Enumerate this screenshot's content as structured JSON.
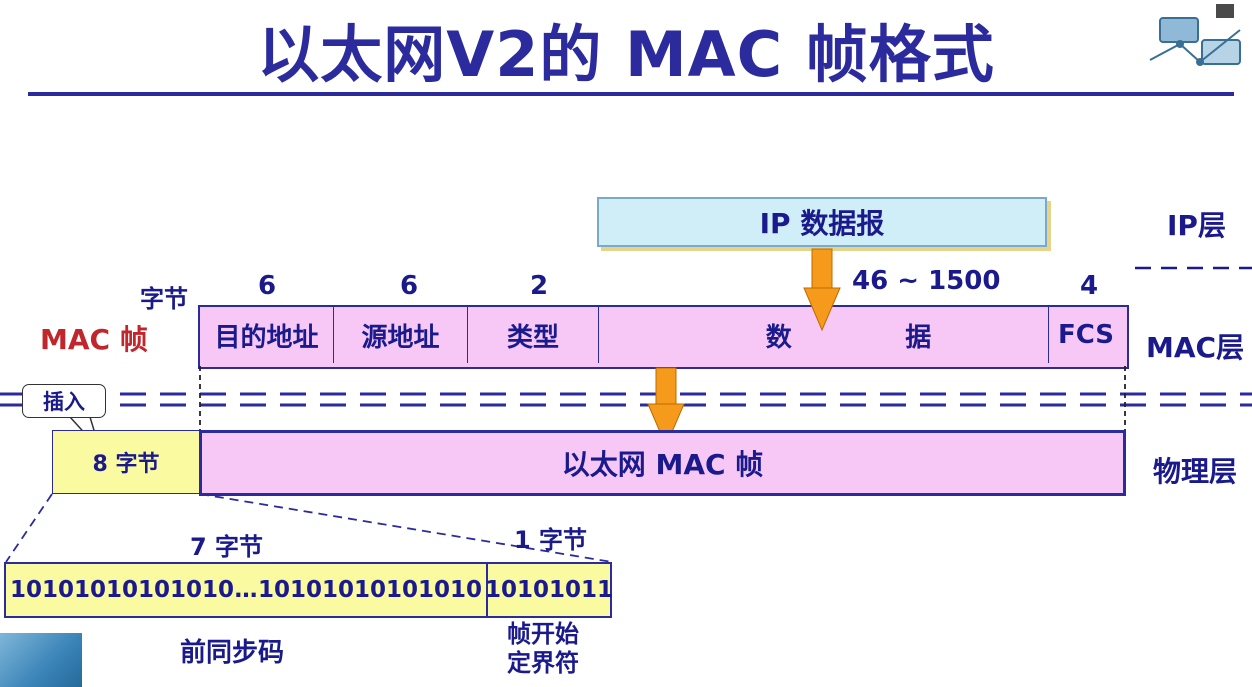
{
  "title": "以太网V2的 MAC 帧格式",
  "mac_frame_label": "MAC 帧",
  "bytes_label": "字节",
  "field_sizes": [
    "6",
    "6",
    "2",
    "46 ~ 1500",
    "4"
  ],
  "fields": [
    "目的地址",
    "源地址",
    "类型",
    "数",
    "据",
    "FCS"
  ],
  "ip_datagram": "IP 数据报",
  "layers": {
    "ip": "IP层",
    "mac": "MAC层",
    "phy": "物理层"
  },
  "insert_callout": "插入",
  "preamble8": "8 字节",
  "ethernet_frame": "以太网 MAC 帧",
  "seven_bytes": "7 字节",
  "one_byte": "1 字节",
  "preamble_bits_left": "10101010101010",
  "ellipsis": "…",
  "preamble_bits_right": "10101010101010",
  "sfd_bits": "10101011",
  "preamble_name": "前同步码",
  "sfd_name_line1": "帧开始",
  "sfd_name_line2": "定界符",
  "colors": {
    "accent": "#2b2b9e",
    "mac_fill": "#f7c8f5",
    "preamble_fill": "#fafaa0",
    "ip_fill": "#cfeef8",
    "arrow": "#f59a1b",
    "mac_label": "#c0262b"
  }
}
